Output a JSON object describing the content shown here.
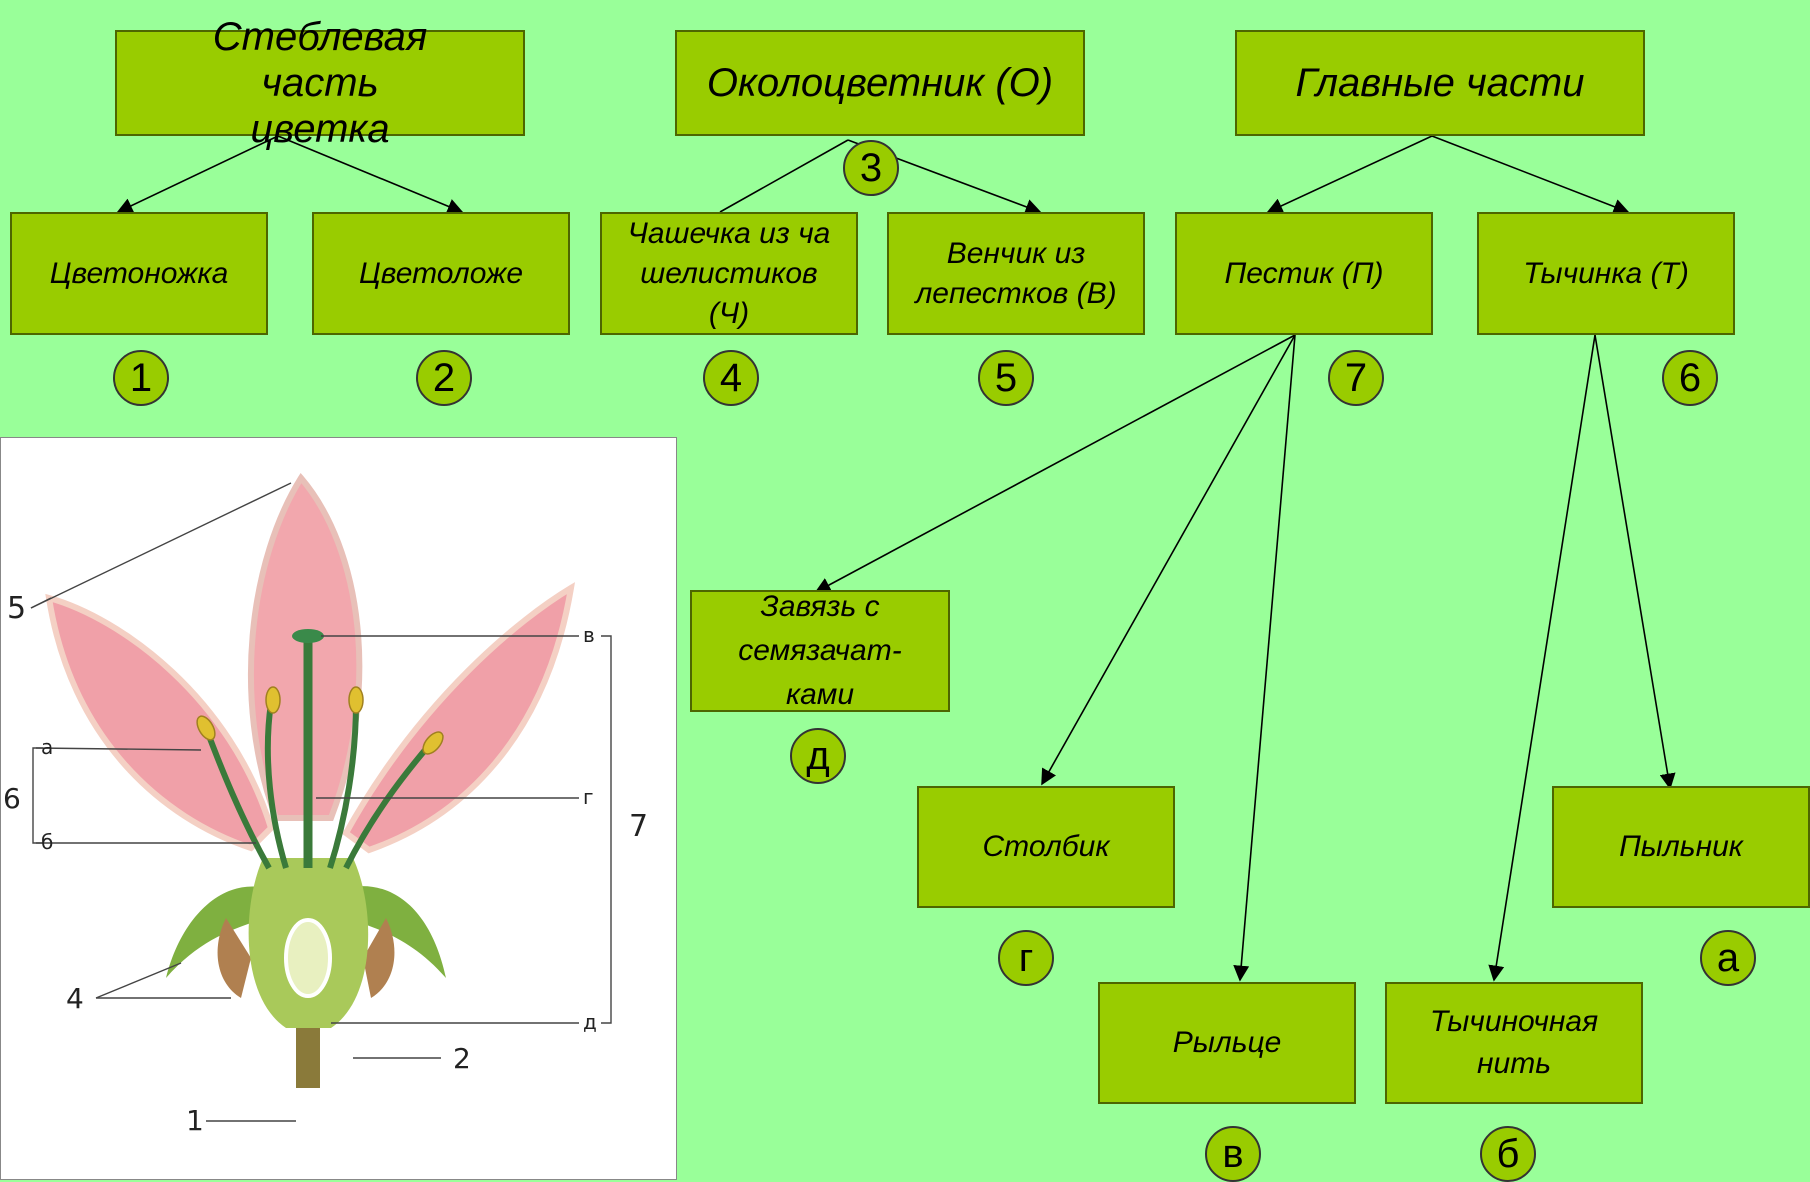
{
  "boxes": {
    "stem": "Стеблевая часть цветка",
    "perianth": "Околоцветник (О)",
    "main": "Главные части",
    "pedicel": "Цветоножка",
    "receptacle": "Цветоложе",
    "calyx": "Чашечка из чашелистиков (Ч)",
    "corolla": "Венчик из лепестков (В)",
    "pistil": "Пестик (П)",
    "stamen": "Тычинка (Т)",
    "ovary": "Завязь с семязачат-ками",
    "style": "Столбик",
    "stigma": "Рыльце",
    "filament": "Тычиночная нить",
    "anther": "Пыльник"
  },
  "markers": {
    "m1": "1",
    "m2": "2",
    "m3": "3",
    "m4": "4",
    "m5": "5",
    "m6": "6",
    "m7": "7",
    "ma": "а",
    "mb": "б",
    "mv": "в",
    "mg": "г",
    "md": "д"
  },
  "figure_labels": {
    "l1": "1",
    "l2": "2",
    "l4": "4",
    "l5": "5",
    "l6": "6",
    "l7": "7",
    "la": "а",
    "lb": "б",
    "lv": "в",
    "lg": "г",
    "ld": "д"
  }
}
